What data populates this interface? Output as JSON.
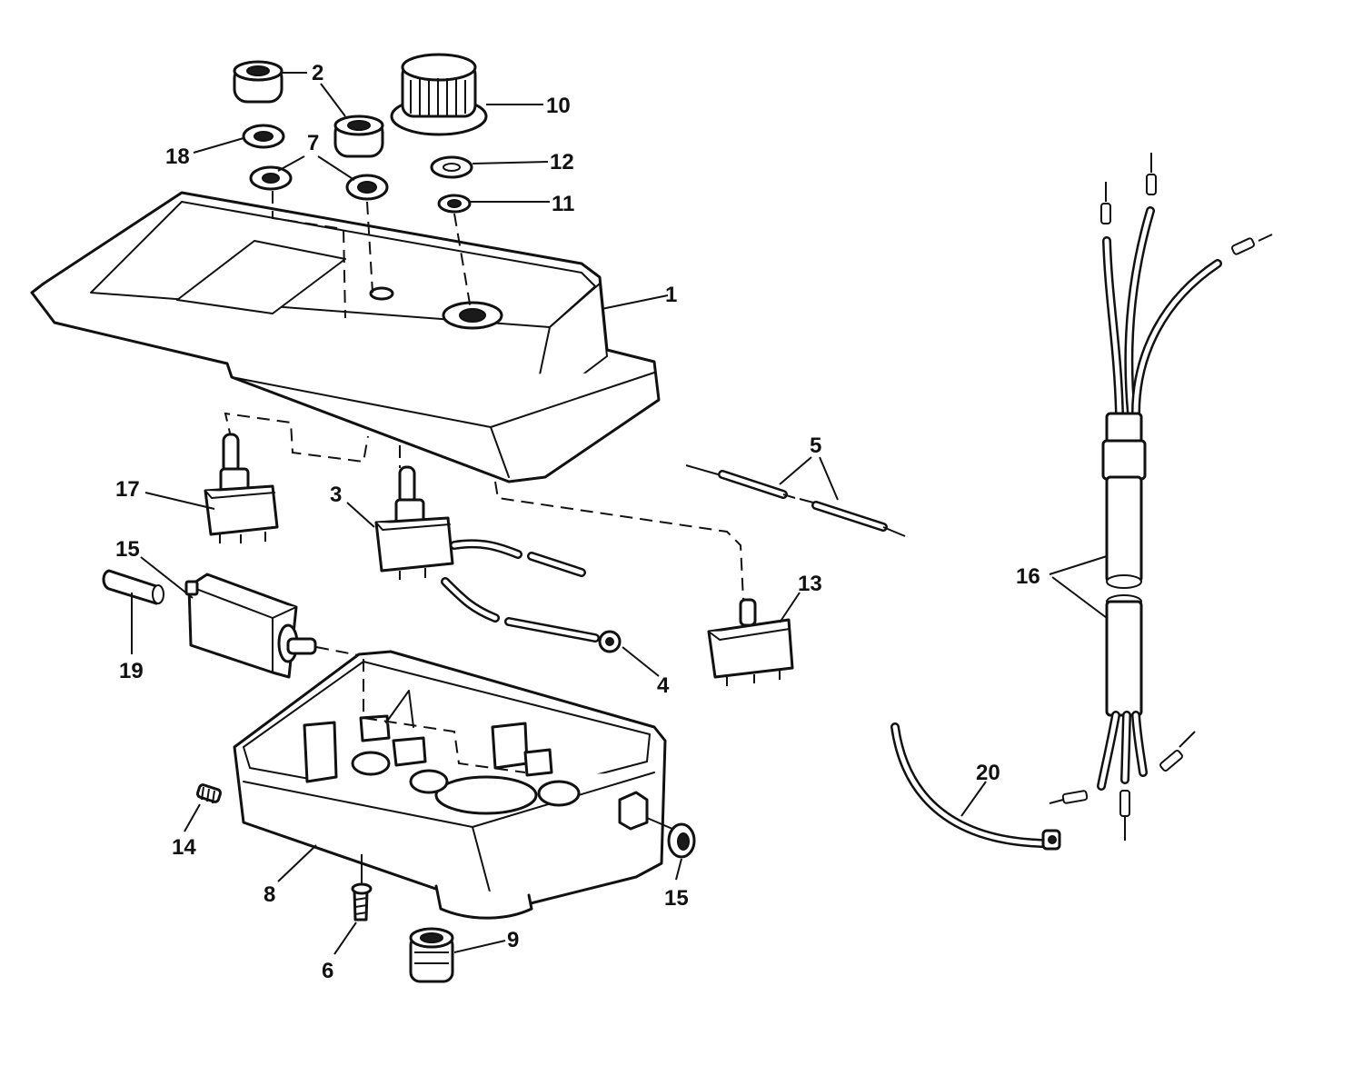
{
  "labels": {
    "p1": "1",
    "p2": "2",
    "p3": "3",
    "p4": "4",
    "p5": "5",
    "p6": "6",
    "p7": "7",
    "p8": "8",
    "p9": "9",
    "p10": "10",
    "p11": "11",
    "p12": "12",
    "p13": "13",
    "p14": "14",
    "p15a": "15",
    "p15b": "15",
    "p16": "16",
    "p17": "17",
    "p18": "18",
    "p19": "19",
    "p20": "20"
  },
  "colors": {
    "ink": "#111111",
    "paper": "#ffffff"
  }
}
